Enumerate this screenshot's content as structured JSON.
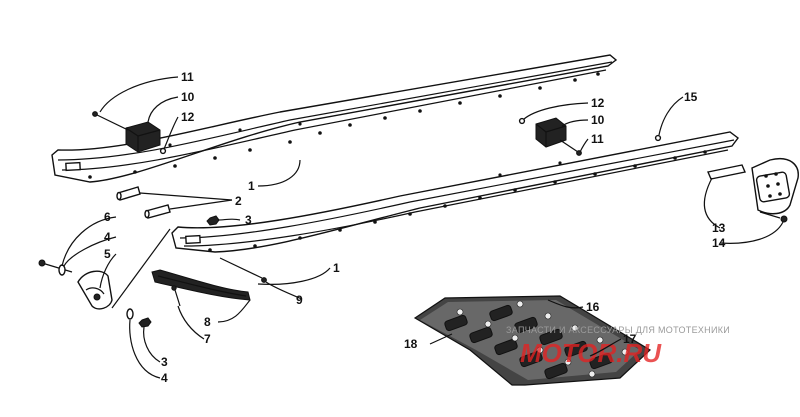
{
  "diagram": {
    "callouts": {
      "c11a": "11",
      "c10a": "10",
      "c12a": "12",
      "c12b": "12",
      "c10b": "10",
      "c11b": "11",
      "c15": "15",
      "c1a": "1",
      "c2": "2",
      "c3a": "3",
      "c6": "6",
      "c4a": "4",
      "c5": "5",
      "c1b": "1",
      "c9": "9",
      "c13": "13",
      "c14": "14",
      "c8": "8",
      "c7": "7",
      "c3b": "3",
      "c4b": "4",
      "c16": "16",
      "c17": "17",
      "c18": "18"
    },
    "watermark": {
      "tagline": "ЗАПЧАСТИ И АКСЕССУАРЫ ДЛЯ МОТОТЕХНИКИ",
      "brand": "MOTOR.RU"
    }
  }
}
